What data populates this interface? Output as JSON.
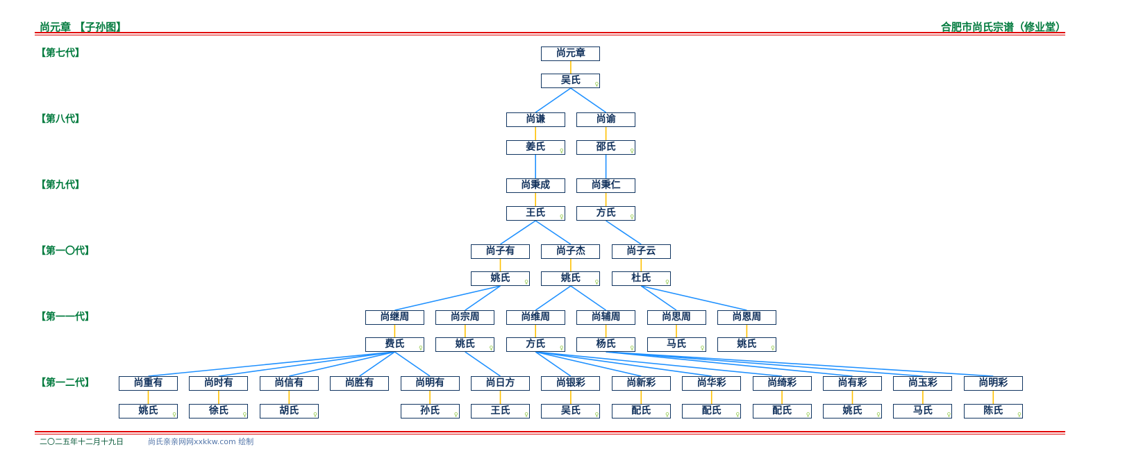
{
  "header": {
    "left": "尚元章 【子孙图】",
    "right": "合肥市尚氏宗谱（修业堂）"
  },
  "footer": {
    "date": "二〇二五年十二月十九日",
    "credit": "尚氏亲亲网网xxkkw.com 绘制"
  },
  "female_mark": "♀",
  "colors": {
    "title": "#007a3d",
    "rule": "#e00000",
    "child_line": "#1e90ff",
    "spouse_line": "#ffc000",
    "box_border": "#0f3460"
  },
  "generations": [
    "【第七代】",
    "【第八代】",
    "【第九代】",
    "【第一〇代】",
    "【第一一代】",
    "【第一二代】"
  ],
  "tree": {
    "name": "尚元章",
    "spouse": "吴氏",
    "children": [
      {
        "name": "尚谦",
        "spouse": "姜氏",
        "children": [
          {
            "name": "尚秉成",
            "spouse": "王氏",
            "children": [
              {
                "name": "尚子有",
                "spouse": "姚氏",
                "children": [
                  {
                    "name": "尚继周",
                    "spouse": "费氏",
                    "children": [
                      {
                        "name": "尚重有",
                        "spouse": "姚氏"
                      },
                      {
                        "name": "尚时有",
                        "spouse": "徐氏"
                      },
                      {
                        "name": "尚信有",
                        "spouse": "胡氏"
                      },
                      {
                        "name": "尚胜有"
                      },
                      {
                        "name": "尚明有",
                        "spouse": "孙氏"
                      }
                    ]
                  },
                  {
                    "name": "尚宗周",
                    "spouse": "姚氏",
                    "children": [
                      {
                        "name": "尚日方",
                        "spouse": "王氏"
                      }
                    ]
                  }
                ]
              },
              {
                "name": "尚子杰",
                "spouse": "姚氏",
                "children": [
                  {
                    "name": "尚维周",
                    "spouse": "方氏",
                    "children": [
                      {
                        "name": "尚银彩",
                        "spouse": "吴氏"
                      },
                      {
                        "name": "尚新彩",
                        "spouse": "配氏"
                      },
                      {
                        "name": "尚华彩",
                        "spouse": "配氏"
                      },
                      {
                        "name": "尚绮彩",
                        "spouse": "配氏"
                      }
                    ]
                  },
                  {
                    "name": "尚辅周",
                    "spouse": "杨氏",
                    "children": [
                      {
                        "name": "尚有彩",
                        "spouse": "姚氏"
                      },
                      {
                        "name": "尚玉彩",
                        "spouse": "马氏"
                      },
                      {
                        "name": "尚明彩",
                        "spouse": "陈氏"
                      }
                    ]
                  }
                ]
              }
            ]
          }
        ]
      },
      {
        "name": "尚谕",
        "spouse": "邵氏",
        "children": [
          {
            "name": "尚秉仁",
            "spouse": "方氏",
            "children": [
              {
                "name": "尚子云",
                "spouse": "杜氏",
                "children": [
                  {
                    "name": "尚思周",
                    "spouse": "马氏"
                  },
                  {
                    "name": "尚恩周",
                    "spouse": "姚氏"
                  }
                ]
              }
            ]
          }
        ]
      }
    ]
  }
}
